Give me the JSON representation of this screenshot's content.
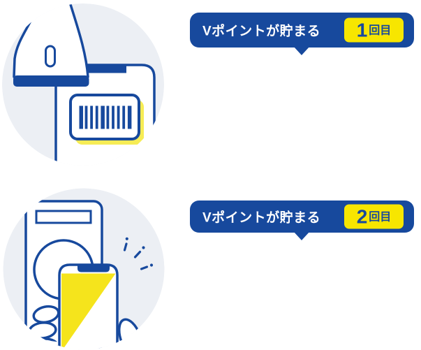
{
  "colors": {
    "accent_blue": "#17499D",
    "badge_yellow": "#F7E600",
    "shadow_yellow": "#F6EC55",
    "screen_yellow": "#F5E41C",
    "circle_background": "#ECEFF4",
    "bubble_text": "#FFFFFF"
  },
  "steps": [
    {
      "bubble_label": "Vポイントが貯まる",
      "badge_number": "1",
      "badge_suffix": "回目",
      "illustration": "barcode-scan"
    },
    {
      "bubble_label": "Vポイントが貯まる",
      "badge_number": "2",
      "badge_suffix": "回目",
      "illustration": "smartphone-tap"
    }
  ]
}
